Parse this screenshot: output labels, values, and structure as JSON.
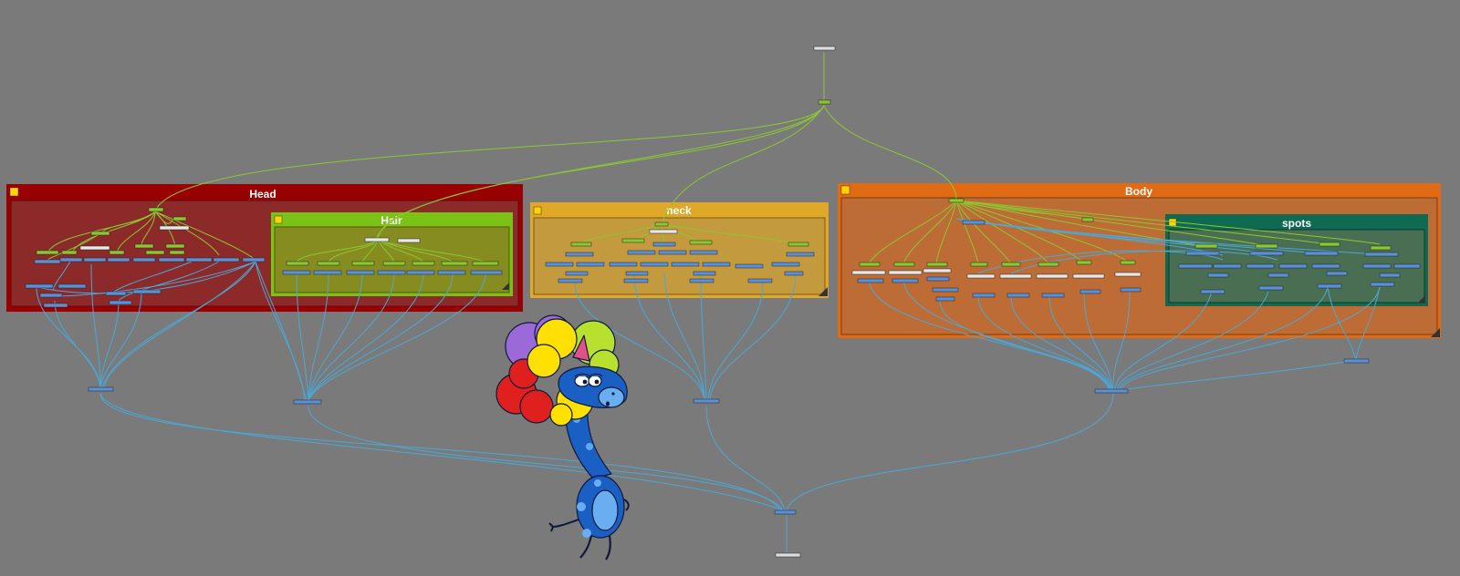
{
  "groups": [
    {
      "id": "head",
      "label": "Head",
      "header_color": "#990000",
      "body_color": "#8c2a2a",
      "inner_color": "#8c2a2a"
    },
    {
      "id": "hair",
      "label": "Hair",
      "header_color": "#7cc115",
      "body_color": "#868c1f",
      "inner_color": "#868c1f"
    },
    {
      "id": "neck",
      "label": "neck",
      "header_color": "#e0a828",
      "body_color": "#c49a3e",
      "inner_color": "#c49a3e"
    },
    {
      "id": "body",
      "label": "Body",
      "header_color": "#e06b14",
      "body_color": "#bd6c35",
      "inner_color": "#bd6c35"
    },
    {
      "id": "spots",
      "label": "spots",
      "header_color": "#0e6b52",
      "body_color": "#4a6e52",
      "inner_color": "#4a6e52"
    }
  ],
  "colors": {
    "canvas": "#7a7a7a",
    "wire_green": "#8ac832",
    "wire_blue": "#4aa8d8",
    "node_green": "#8ac832",
    "node_blue": "#5b8fd6",
    "node_white": "#e8e8e8"
  },
  "character": {
    "name": "unicorn-giraffe-character"
  }
}
